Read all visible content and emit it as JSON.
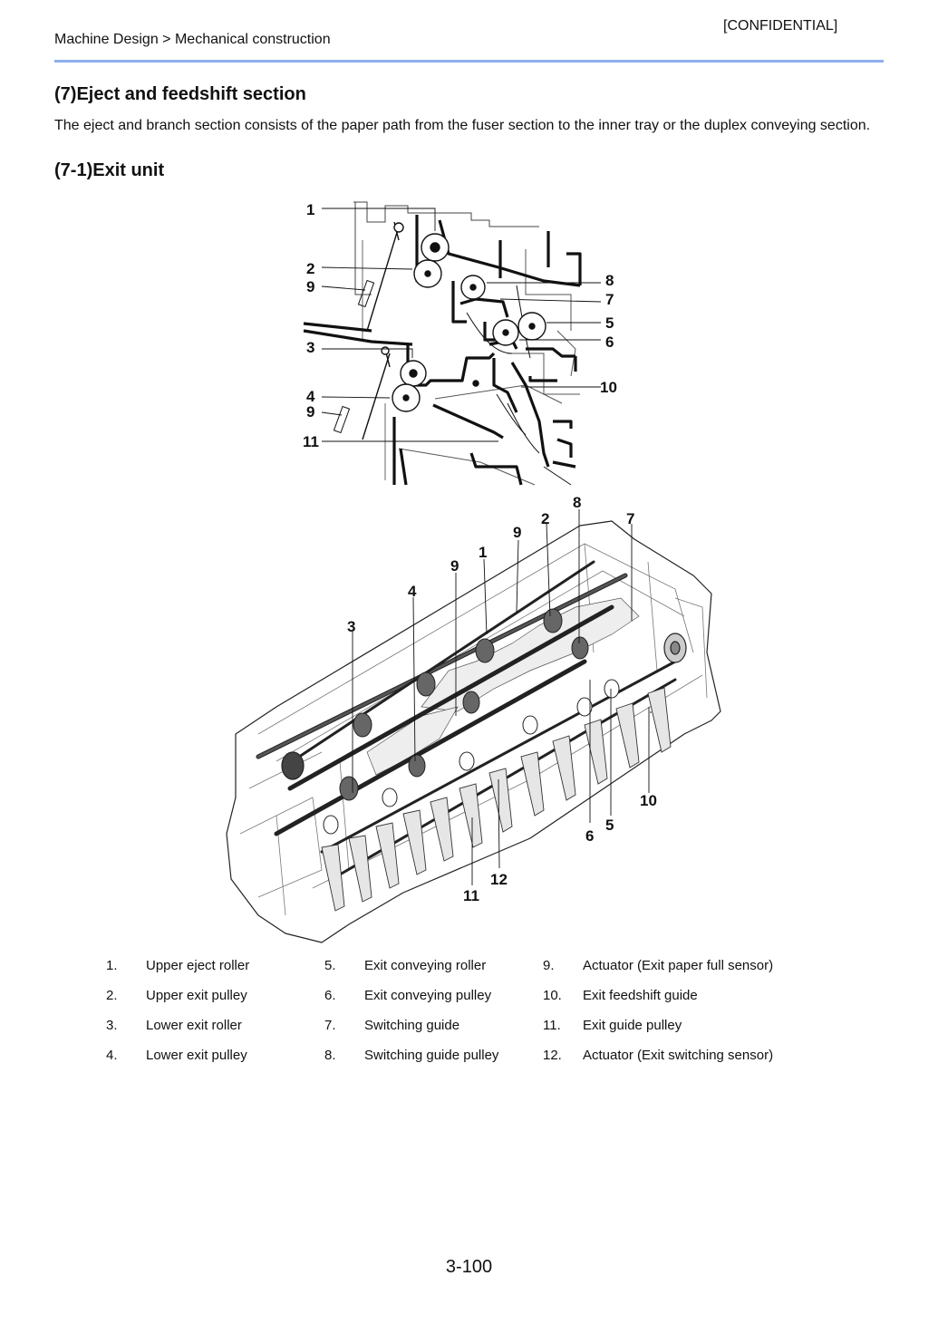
{
  "header": {
    "confidential": "[CONFIDENTIAL]",
    "breadcrumb": "Machine Design > Mechanical construction"
  },
  "section": {
    "title": "(7)Eject and feedshift section",
    "intro": "The eject and branch section consists of the paper path from the fuser section to the inner tray or the duplex conveying section.",
    "subsection_title": "(7-1)Exit unit"
  },
  "figure_top": {
    "callouts": [
      "1",
      "2",
      "9",
      "3",
      "4",
      "9",
      "11",
      "8",
      "7",
      "5",
      "6",
      "10"
    ]
  },
  "figure_bottom": {
    "callouts": [
      "8",
      "2",
      "7",
      "9",
      "1",
      "9",
      "4",
      "3",
      "10",
      "6",
      "5",
      "12",
      "11"
    ]
  },
  "legend": [
    {
      "num": "1.",
      "label": "Upper eject roller"
    },
    {
      "num": "2.",
      "label": "Upper exit pulley"
    },
    {
      "num": "3.",
      "label": "Lower exit roller"
    },
    {
      "num": "4.",
      "label": "Lower exit pulley"
    },
    {
      "num": "5.",
      "label": "Exit conveying roller"
    },
    {
      "num": "6.",
      "label": "Exit conveying pulley"
    },
    {
      "num": "7.",
      "label": "Switching guide"
    },
    {
      "num": "8.",
      "label": "Switching guide pulley"
    },
    {
      "num": "9.",
      "label": "Actuator (Exit paper full sensor)"
    },
    {
      "num": "10.",
      "label": "Exit feedshift guide"
    },
    {
      "num": "11.",
      "label": "Exit guide pulley"
    },
    {
      "num": "12.",
      "label": "Actuator (Exit switching sensor)"
    }
  ],
  "footer": {
    "page_number": "3-100"
  }
}
